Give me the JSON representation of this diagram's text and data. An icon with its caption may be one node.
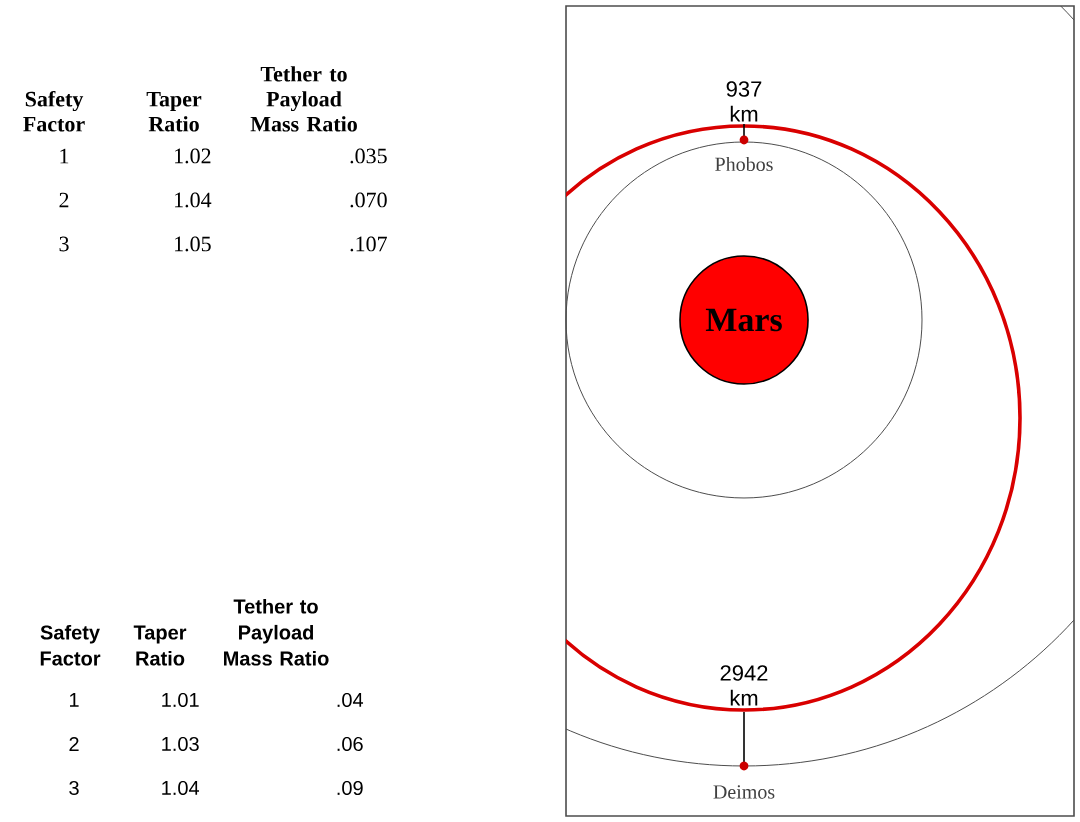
{
  "diagram": {
    "nodes": [
      {
        "text": [
          "Mars"
        ]
      }
    ],
    "labels": [
      "Safety Factor",
      "Taper Ratio",
      "Tether to Payload Mass Ratio",
      "1",
      "1.02",
      ".035",
      "2",
      "1.04",
      ".070",
      "3",
      "1.05",
      ".107",
      "Safety Factor",
      "Taper Ratio",
      "Tether to Payload Mass Ratio",
      "1",
      "1.01",
      ".04",
      "2",
      "1.03",
      ".06",
      "3",
      "1.04",
      ".09",
      "937 km",
      "Phobos",
      "2942 km",
      "Deimos"
    ]
  }
}
